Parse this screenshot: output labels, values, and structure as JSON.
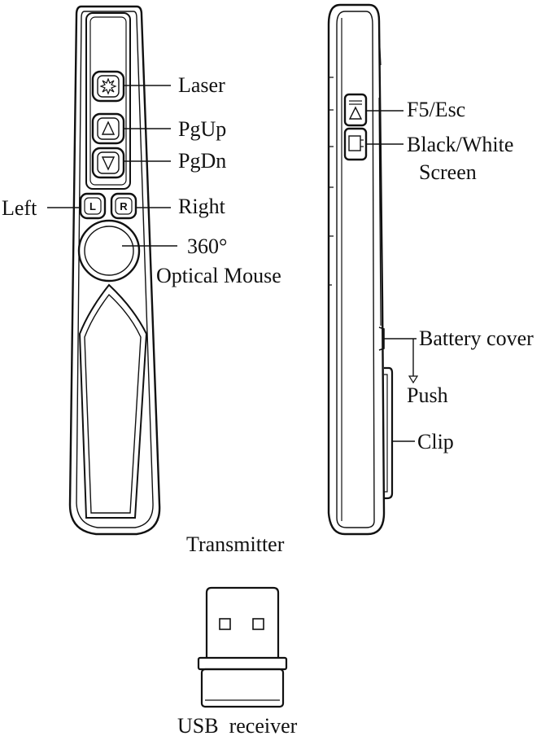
{
  "front_labels": {
    "laser": "Laser",
    "pgup": "PgUp",
    "pgdn": "PgDn",
    "left": "Left",
    "right": "Right",
    "mouse_line1": "360°",
    "mouse_line2": "Optical Mouse"
  },
  "buttons": {
    "left_letter": "L",
    "right_letter": "R"
  },
  "side_labels": {
    "f5_esc": "F5/Esc",
    "black_white_line1": "Black/White",
    "black_white_line2": "Screen",
    "battery_cover": "Battery cover",
    "push": "Push",
    "clip": "Clip"
  },
  "captions": {
    "transmitter": "Transmitter",
    "usb_receiver": "USB  receiver"
  }
}
